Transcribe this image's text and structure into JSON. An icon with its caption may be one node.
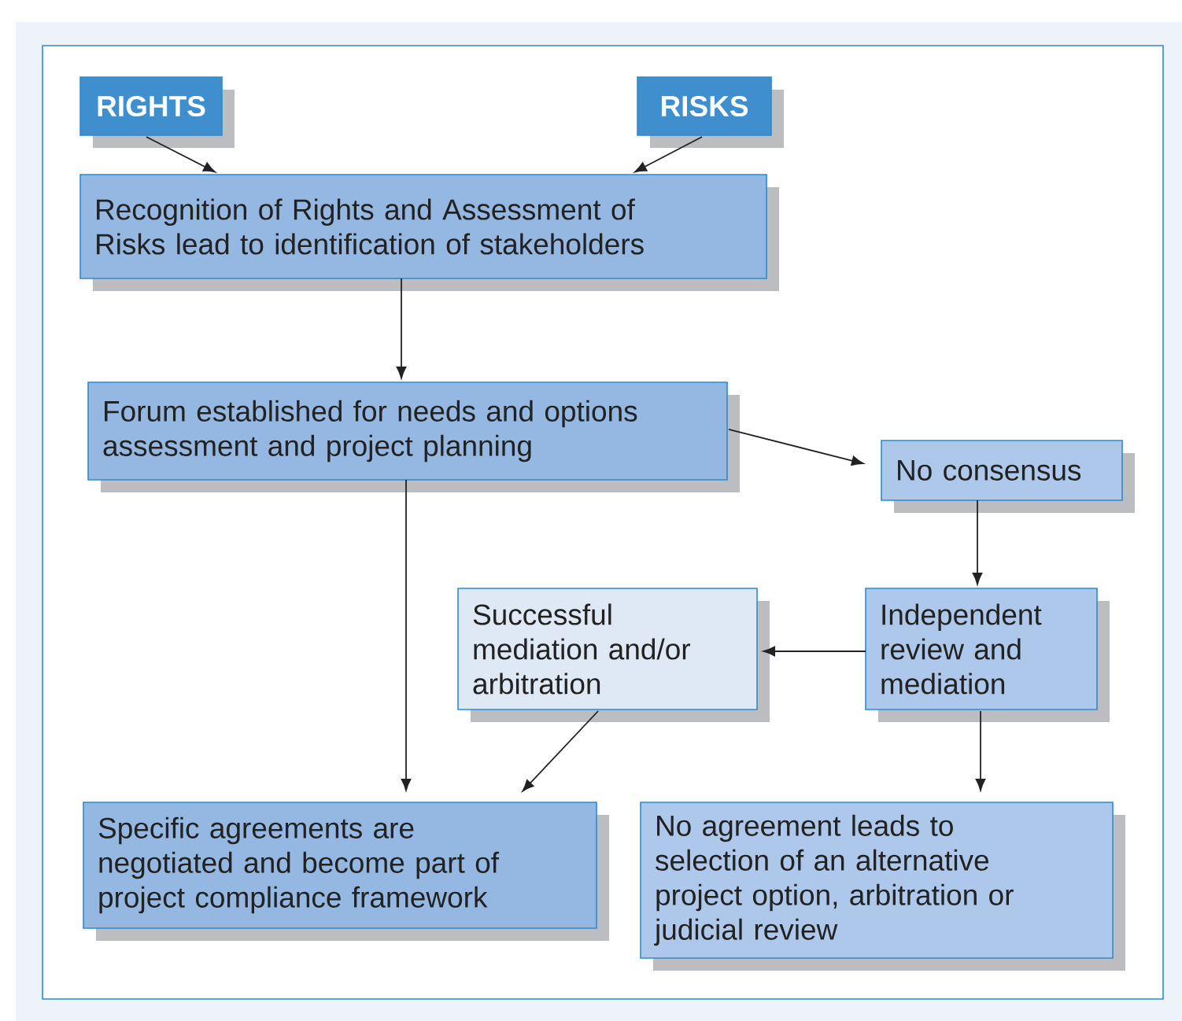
{
  "diagram": {
    "nodes": [
      {
        "text": [
          "RIGHTS"
        ]
      },
      {
        "text": [
          "RISKS"
        ]
      },
      {
        "text": [
          "Recognition of Rights and Assessment of Risks lead to identification of stakeholders"
        ]
      },
      {
        "text": [
          "Forum established for needs and options assessment and project planning"
        ]
      },
      {
        "text": [
          "No consensus"
        ]
      },
      {
        "text": [
          "Successful mediation and/or arbitration"
        ]
      },
      {
        "text": [
          "Independent review and mediation"
        ]
      },
      {
        "text": [
          "Specific agreements are negotiated and become part of project compliance framework"
        ]
      },
      {
        "text": [
          "No agreement leads to selection of an alternative project option, arbitration or judicial review"
        ]
      }
    ],
    "edges": [
      {
        "from": 0,
        "to": 2,
        "arrow": "to"
      },
      {
        "from": 1,
        "to": 2,
        "arrow": "to"
      },
      {
        "from": 2,
        "to": 3,
        "arrow": "to"
      },
      {
        "from": 3,
        "to": 4,
        "arrow": "to"
      },
      {
        "from": 4,
        "to": 6,
        "arrow": "to"
      },
      {
        "from": 6,
        "to": 5,
        "arrow": "to"
      },
      {
        "from": 5,
        "to": 7,
        "arrow": "to"
      },
      {
        "from": 3,
        "to": 7,
        "arrow": "to"
      },
      {
        "from": 6,
        "to": 8,
        "arrow": "to"
      }
    ]
  }
}
